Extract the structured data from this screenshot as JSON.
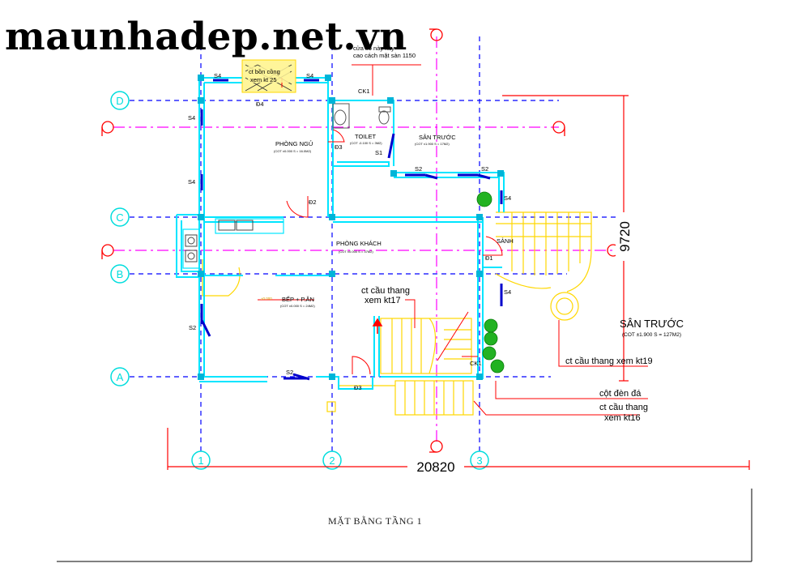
{
  "watermark": "maunhadep.net.vn",
  "drawing_title": "MẶT BẰNG TẦNG 1",
  "grid_axes": {
    "rows": [
      "D",
      "C",
      "B",
      "A"
    ],
    "columns": [
      "1",
      "2",
      "3"
    ]
  },
  "dimensions": {
    "overall_width": "20820",
    "overall_depth": "9720"
  },
  "rooms": {
    "bedroom": {
      "name": "PHÒNG NGỦ",
      "elevation": "(COT ±0.000 S = 16.0M2)"
    },
    "toilet": {
      "name": "TOILET",
      "elevation": "(COT -0.100 S = 3M2)"
    },
    "side_yard": {
      "name": "SÂN TRƯỚC",
      "elevation": "(COT ±1.900 S = 17M2)"
    },
    "living": {
      "name": "PHÒNG KHÁCH",
      "elevation": "(COT ±0.000 S = 37M2)"
    },
    "hall": {
      "name": "SẢNH"
    },
    "kitchen": {
      "name": "BẾP + P.ĂN",
      "elevation": "(COT ±0.000 S = 24M2)",
      "level_mark": "±0.000"
    },
    "front_yard": {
      "name": "SÂN TRƯỚC",
      "elevation": "(COT ±1.900 S = 127M2)"
    }
  },
  "annotations": {
    "window_note_1": "cửa sổ này xây",
    "window_note_2": "cao cách mặt sàn 1150",
    "gate_detail_1": "ct bồn cồng",
    "gate_detail_2": "xem kt 25",
    "stair_kt17_1": "ct cầu thang",
    "stair_kt17_2": "xem kt17",
    "stair_kt19": "ct cầu thang xem kt19",
    "stone_column": "cột đèn đá",
    "stair_kt16_1": "ct cầu thang",
    "stair_kt16_2": "xem kt16"
  },
  "openings": {
    "s4_top_left": "S4",
    "s4_top_right": "S4",
    "s4_left_upper": "S4",
    "s4_left_mid": "S4",
    "s4_right_upper": "S4",
    "s4_right_lower": "S4",
    "s2_top_1": "S2",
    "s2_top_2": "S2",
    "s2_left": "S2",
    "s2_bottom": "S2",
    "s1_toilet": "S1",
    "ck1": "CK1",
    "ck1_bottom": "CK1",
    "d4": "Đ4",
    "d3_toilet": "Đ3",
    "d2": "Đ2",
    "d1": "Đ1",
    "d3_bottom": "Đ3"
  },
  "colors": {
    "grid_line": "#0000ff",
    "section_line": "#ff00ff",
    "wall": "#00ffff",
    "window": "#0000cc",
    "stair": "#ffd700",
    "leader": "#ff0000",
    "plant": "#22b222"
  }
}
